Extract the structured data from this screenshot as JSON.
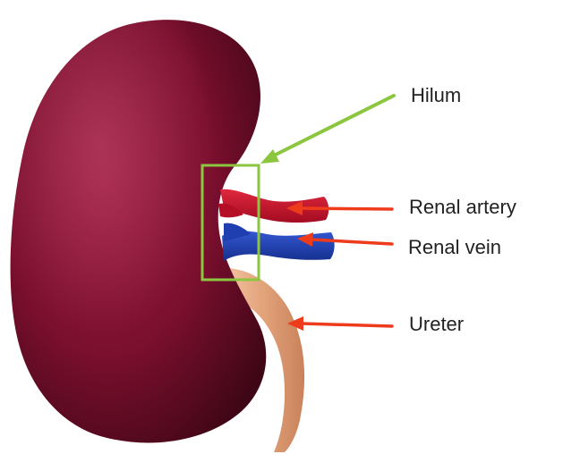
{
  "labels": {
    "hilum": "Hilum",
    "renal_artery": "Renal artery",
    "renal_vein": "Renal vein",
    "ureter": "Ureter"
  },
  "colors": {
    "kidney": "#7a0f2e",
    "artery": "#c8102e",
    "vein": "#1f3fb0",
    "ureter": "#e2a27a",
    "hilum_box": "#8cc63f",
    "hilum_arrow": "#8cc63f",
    "label_arrows": "#ee3b1c"
  }
}
